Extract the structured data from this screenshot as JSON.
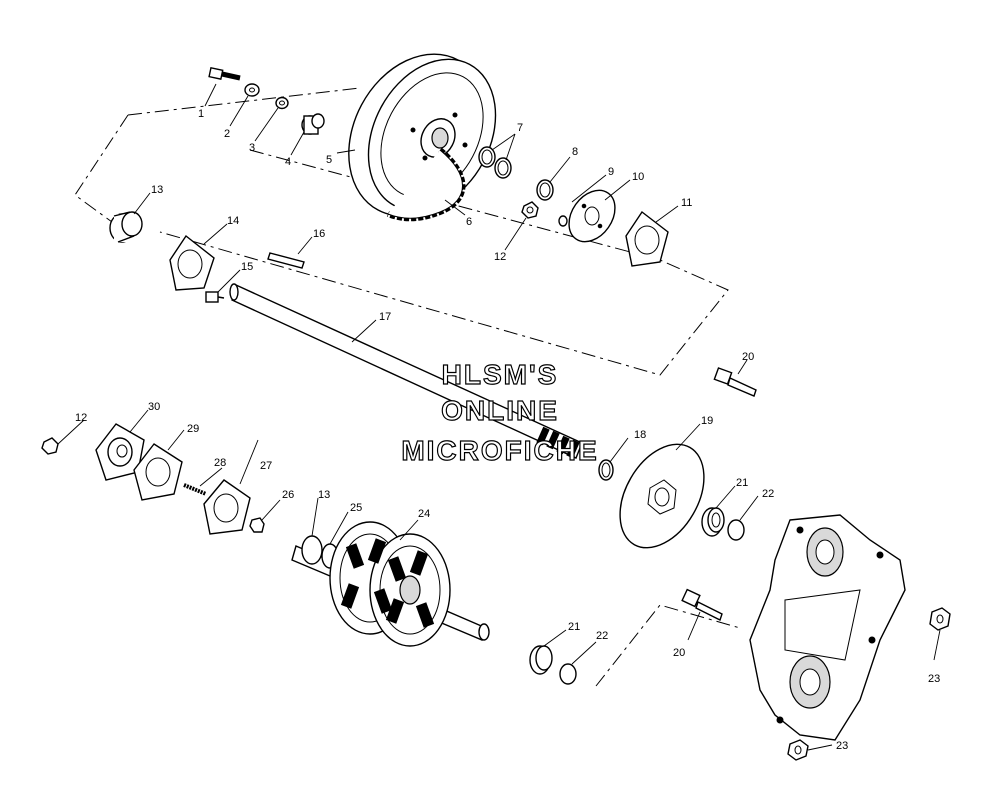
{
  "watermark": {
    "line1": "HLSM'S",
    "line2": "ONLINE",
    "line3": "MICROFICHE"
  },
  "callouts": {
    "c1": "1",
    "c2": "2",
    "c3": "3",
    "c4": "4",
    "c5": "5",
    "c6": "6",
    "c7": "7",
    "c8": "8",
    "c9": "9",
    "c10": "10",
    "c11": "11",
    "c12a": "12",
    "c13a": "13",
    "c14": "14",
    "c15": "15",
    "c16": "16",
    "c17": "17",
    "c12b": "12",
    "c30": "30",
    "c29": "29",
    "c28": "28",
    "c27": "27",
    "c26": "26",
    "c13b": "13",
    "c25": "25",
    "c24": "24",
    "c18": "18",
    "c19": "19",
    "c20a": "20",
    "c21a": "21",
    "c22a": "22",
    "c21b": "21",
    "c22b": "22",
    "c20b": "20",
    "c23a": "23",
    "c23b": "23"
  }
}
